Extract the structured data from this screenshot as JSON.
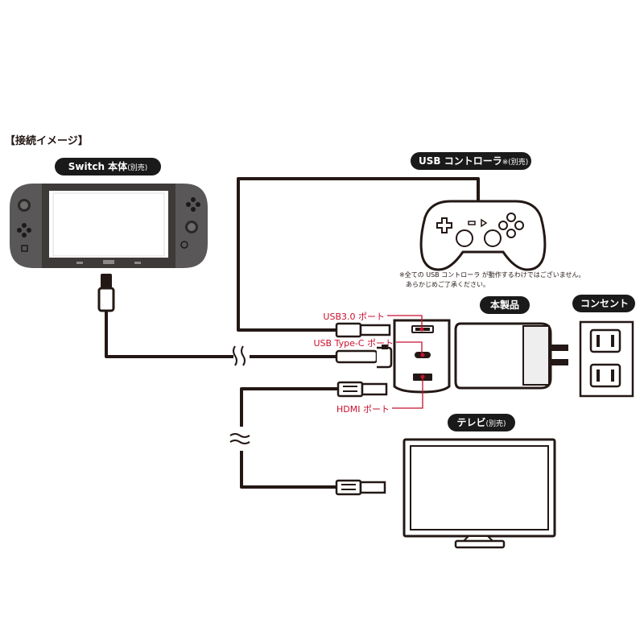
{
  "header": {
    "title": "【接続イメージ】"
  },
  "labels": {
    "switch": "Switch 本体",
    "switch_sub": "(別売)",
    "usb_controller": "USB コントローラ",
    "usb_controller_mark": "※",
    "usb_controller_sub": "(別売)",
    "product": "本製品",
    "outlet": "コンセント",
    "tv": "テレビ",
    "tv_sub": "(別売)"
  },
  "ports": {
    "usb3": "USB3.0 ポート",
    "usbc": "USB Type-C ポート",
    "hdmi": "HDMI ポート"
  },
  "note": {
    "line1": "※全ての USB コントローラ が動作するわけではございません。",
    "line2": "あらかじめご了承ください。"
  },
  "colors": {
    "accent_red": "#c8102e",
    "line": "#231815",
    "pill_bg": "#1a1a1a"
  }
}
